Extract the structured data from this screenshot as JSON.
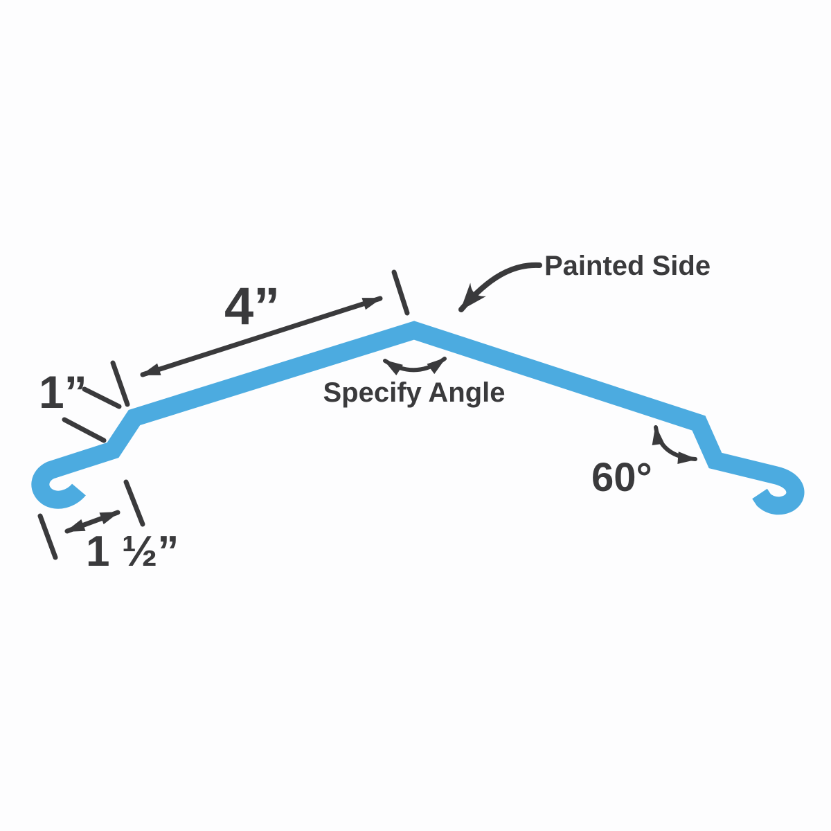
{
  "diagram": {
    "type": "sheet-metal-profile-dimension-diagram",
    "labels": {
      "slope_width": "4”",
      "step_height": "1”",
      "hem_width": "1 ½”",
      "ridge_angle": "Specify Angle",
      "painted_side": "Painted Side",
      "hem_angle": "60°"
    },
    "colors": {
      "profile": "#4CABE0",
      "ink": "#3A3A3C",
      "background": "#FDFDFE"
    }
  }
}
